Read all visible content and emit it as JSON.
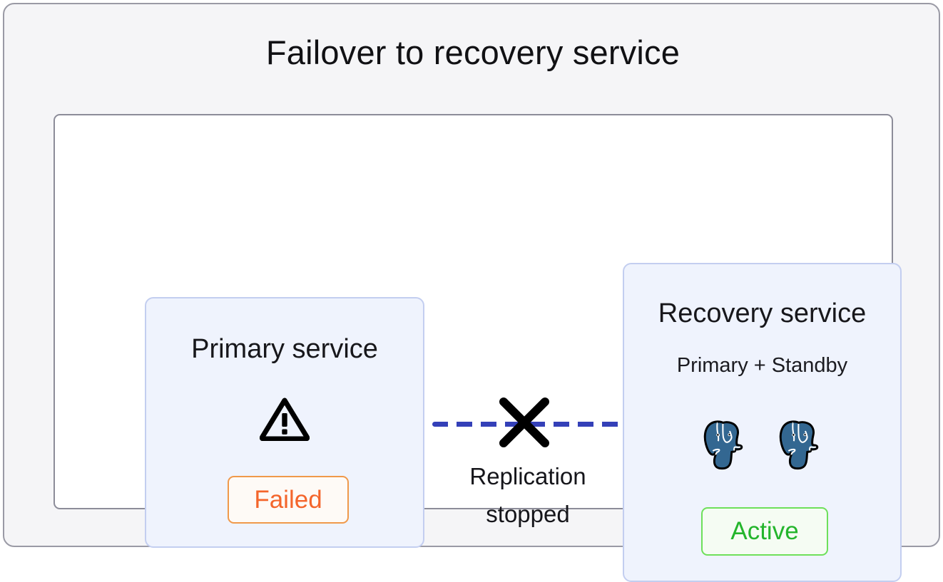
{
  "diagram": {
    "title": "Failover to recovery service",
    "colors": {
      "page_background": "#f5f5f7",
      "panel_background": "#ffffff",
      "panel_border": "#8c8c99",
      "box_background": "#eff3fd",
      "box_border": "#c3cef0",
      "replication_line": "#3440b8",
      "x_mark": "#000000",
      "failed_text": "#f4652b",
      "failed_border": "#f0994a",
      "failed_background": "#fefaf6",
      "active_text": "#24b52c",
      "active_border": "#6ee05a",
      "active_background": "#f5fcf3",
      "postgres_logo": "#336791"
    },
    "nodes": {
      "primary": {
        "title": "Primary service",
        "icon": "warning-triangle-icon",
        "status": "Failed"
      },
      "recovery": {
        "title": "Recovery service",
        "subtitle": "Primary + Standby",
        "icons": [
          "postgresql-elephant-icon",
          "postgresql-elephant-icon"
        ],
        "status": "Active"
      }
    },
    "connector": {
      "style": "dashed",
      "crossed_out": true,
      "cross_icon": "x-mark-icon",
      "label_line1": "Replication",
      "label_line2": "stopped"
    }
  }
}
